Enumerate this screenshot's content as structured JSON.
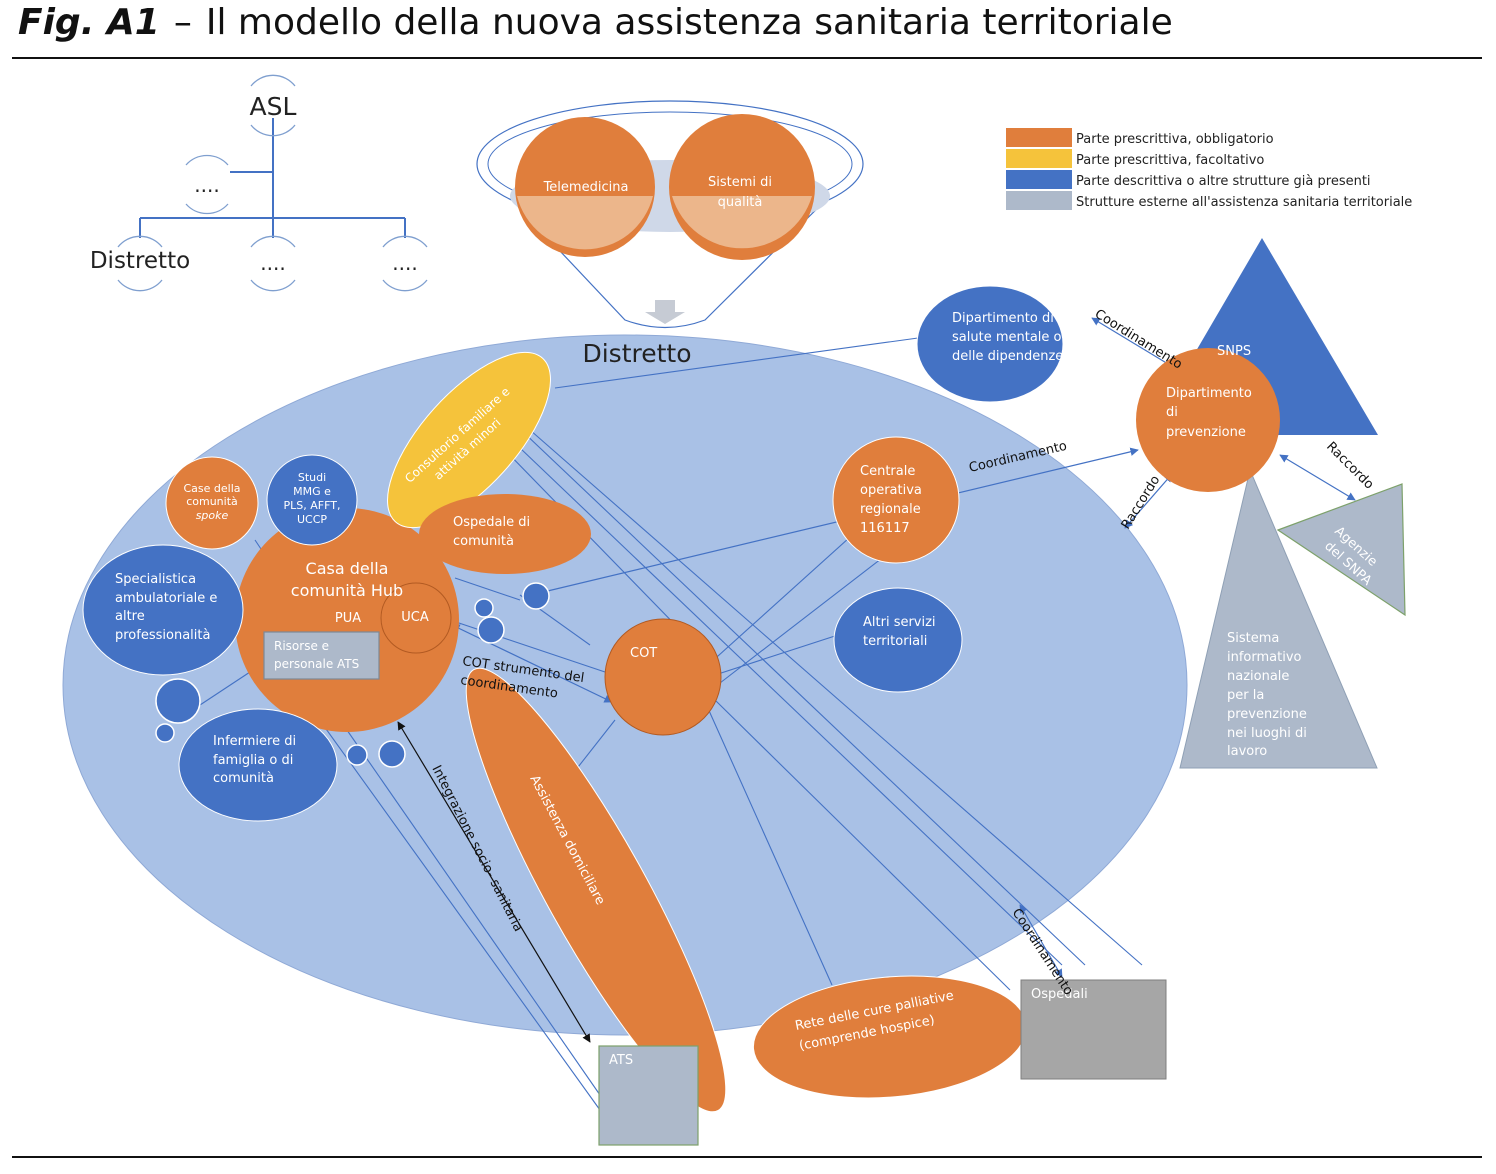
{
  "figure": {
    "label": "Fig. A1",
    "dash": "–",
    "title": "Il modello della nuova assistenza sanitaria territoriale"
  },
  "colors": {
    "orange": "#E07E3C",
    "yellow": "#F5C33B",
    "blue": "#4472C4",
    "grey": "#ADB9CA",
    "ellipse": "#A9C1E6",
    "grey_box": "#A6A6A6"
  },
  "legend": [
    {
      "label": "Parte prescrittiva, obbligatorio",
      "color": "#E07E3C"
    },
    {
      "label": "Parte prescrittiva, facoltativo",
      "color": "#F5C33B"
    },
    {
      "label": "Parte descrittiva o altre strutture già presenti",
      "color": "#4472C4"
    },
    {
      "label": "Strutture esterne all'assistenza sanitaria territoriale",
      "color": "#ADB9CA"
    }
  ],
  "org_chart": {
    "root": "ASL",
    "dots": "....",
    "distretto": "Distretto"
  },
  "funnel": {
    "telemedicina": "Telemedicina",
    "sistemi": [
      "Sistemi di",
      "qualità"
    ]
  },
  "distretto_title": "Distretto",
  "nodes": {
    "case_spoke": [
      "Case della",
      "comunità",
      "spoke"
    ],
    "studi": [
      "Studi",
      "MMG e",
      "PLS, AFFT,",
      "UCCP"
    ],
    "consultorio": [
      "Consultorio familiare e",
      "attività minori"
    ],
    "ospedale_comunita": [
      "Ospedale di",
      "comunità"
    ],
    "casa_hub": [
      "Casa della",
      "comunità Hub"
    ],
    "pua": "PUA",
    "uca": "UCA",
    "risorse": [
      "Risorse e",
      "personale ATS"
    ],
    "specialistica": [
      "Specialistica",
      "ambulatoriale e",
      "altre",
      "professionalità"
    ],
    "infermiere": [
      "Infermiere di",
      "famiglia o di",
      "comunità"
    ],
    "cot": "COT",
    "assistenza": "Assistenza domiciliare",
    "centrale": [
      "Centrale",
      "operativa",
      "regionale",
      "116117"
    ],
    "altri_servizi": [
      "Altri servizi",
      "territoriali"
    ],
    "dip_salute": [
      "Dipartimento di",
      "salute mentale o",
      "delle dipendenze"
    ],
    "dip_prevenzione": [
      "Dipartimento",
      "di",
      "prevenzione"
    ],
    "snps": "SNPS",
    "agenzie": [
      "Agenzie",
      "del SNPA"
    ],
    "sistema_info": [
      "Sistema",
      "informativo",
      "nazionale",
      "per la",
      "prevenzione",
      "nei luoghi di",
      "lavoro"
    ],
    "rete": [
      "Rete delle cure palliative",
      "(comprende hospice)"
    ],
    "ospedali": "Ospedali",
    "ats": "ATS"
  },
  "edge_labels": {
    "coordinamento": "Coordinamento",
    "raccordo": "Raccordo",
    "cot_strumento": [
      "COT strumento del",
      "coordinamento"
    ],
    "integrazione": "Integrazione socio- sanitaria"
  }
}
